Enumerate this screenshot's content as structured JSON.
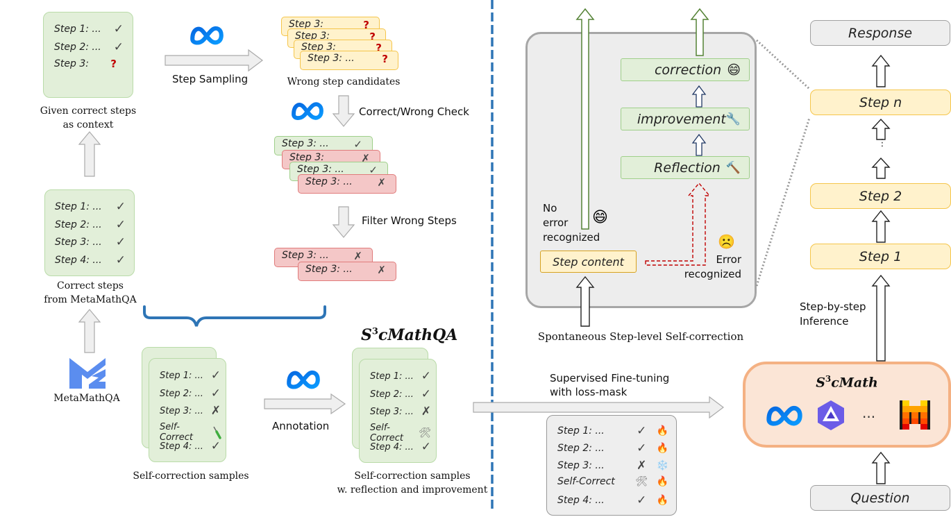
{
  "left": {
    "context_box": {
      "rows": [
        {
          "label": "Step 1: ...",
          "mark": "✓"
        },
        {
          "label": "Step 2: ...",
          "mark": "✓"
        },
        {
          "label": "Step 3:",
          "mark": "?"
        }
      ],
      "caption_line1": "Given correct steps",
      "caption_line2": "as context"
    },
    "step_sampling_label": "Step Sampling",
    "wrong_candidates": {
      "chips": [
        {
          "label": "Step 3:",
          "mark": "?"
        },
        {
          "label": "Step 3:",
          "mark": "?"
        },
        {
          "label": "Step 3:",
          "mark": "?"
        },
        {
          "label": "Step 3: ...",
          "mark": "?"
        }
      ],
      "caption": "Wrong step candidates"
    },
    "check_label": "Correct/Wrong  Check",
    "checked_chips": [
      {
        "label": "Step 3: ...",
        "mark": "✓",
        "status": "correct"
      },
      {
        "label": "Step 3:",
        "mark": "✗",
        "status": "wrong"
      },
      {
        "label": "Step 3: ...",
        "mark": "✓",
        "status": "correct"
      },
      {
        "label": "Step 3: ...",
        "mark": "✗",
        "status": "wrong"
      }
    ],
    "filter_label": "Filter Wrong Steps",
    "filtered_chips": [
      {
        "label": "Step 3: ...",
        "mark": "✗"
      },
      {
        "label": "Step 3: ...",
        "mark": "✗"
      }
    ],
    "correct_box": {
      "rows": [
        {
          "label": "Step 1: ...",
          "mark": "✓"
        },
        {
          "label": "Step 2: ...",
          "mark": "✓"
        },
        {
          "label": "Step 3: ...",
          "mark": "✓"
        },
        {
          "label": "Step 4: ...",
          "mark": "✓"
        }
      ],
      "caption_line1": "Correct steps",
      "caption_line2": "from MetaMathQA"
    },
    "metamathqa_label": "MetaMathQA",
    "self_correction": {
      "rows": [
        {
          "label": "Step 1: ...",
          "mark": "✓"
        },
        {
          "label": "Step 2: ...",
          "mark": "✓"
        },
        {
          "label": "Step 3: ...",
          "mark": "✗"
        },
        {
          "label": "Self-Correct",
          "mark": "screwdriver"
        },
        {
          "label": "Step 4: ...",
          "mark": "✓"
        }
      ],
      "caption": "Self-correction samples"
    },
    "annotation_label": "Annotation",
    "dataset": {
      "title_base": "S",
      "title_sup": "3",
      "title_rest": "cMathQA",
      "rows": [
        {
          "label": "Step 1: ...",
          "mark": "✓"
        },
        {
          "label": "Step 2: ...",
          "mark": "✓"
        },
        {
          "label": "Step 3: ...",
          "mark": "✗"
        },
        {
          "label": "Self-Correct",
          "mark": "🛠"
        },
        {
          "label": "Step 4: ...",
          "mark": "✓"
        }
      ],
      "caption_line1": "Self-correction samples",
      "caption_line2": "w. reflection and improvement"
    }
  },
  "right": {
    "panel": {
      "stages": [
        {
          "label": "correction",
          "emoji": "😄"
        },
        {
          "label": "improvement",
          "emoji": "🔧"
        },
        {
          "label": "Reflection",
          "emoji": "🔨"
        }
      ],
      "no_error_line1": "No",
      "no_error_line2": "error",
      "no_error_line3": "recognized",
      "happy_emoji": "😄",
      "sad_emoji": "☹️",
      "error_line1": "Error",
      "error_line2": "recognized",
      "step_content": "Step content",
      "caption": "Spontaneous Step-level Self-correction"
    },
    "inference": {
      "response": "Response",
      "steps": [
        "Step n",
        "Step 2",
        "Step 1"
      ],
      "ellipsis": "⋮",
      "label_line1": "Step-by-step",
      "label_line2": "Inference"
    },
    "sft": {
      "label_line1": "Supervised Fine-tuning",
      "label_line2": "with loss-mask",
      "rows": [
        {
          "label": "Step 1: ...",
          "mark": "✓",
          "state": "🔥"
        },
        {
          "label": "Step 2: ...",
          "mark": "✓",
          "state": "🔥"
        },
        {
          "label": "Step 3: ...",
          "mark": "✗",
          "state": "❄️"
        },
        {
          "label": "Self-Correct",
          "mark": "🛠",
          "state": "🔥"
        },
        {
          "label": "Step 4: ...",
          "mark": "✓",
          "state": "🔥"
        }
      ]
    },
    "model": {
      "title_base": "S",
      "title_sup": "3",
      "title_rest": "cMath",
      "ellipsis": "...",
      "question": "Question"
    }
  },
  "colors": {
    "green_fill": "#e2efd9",
    "yellow_fill": "#fff2cc",
    "red_fill": "#f4c7c7",
    "divider_blue": "#2e75b6",
    "meta_blue": "#0a7cff",
    "model_fill": "#fbe5d6",
    "model_border": "#f4b183",
    "green_arrow": "#548235",
    "dashed_red": "#c00000"
  }
}
